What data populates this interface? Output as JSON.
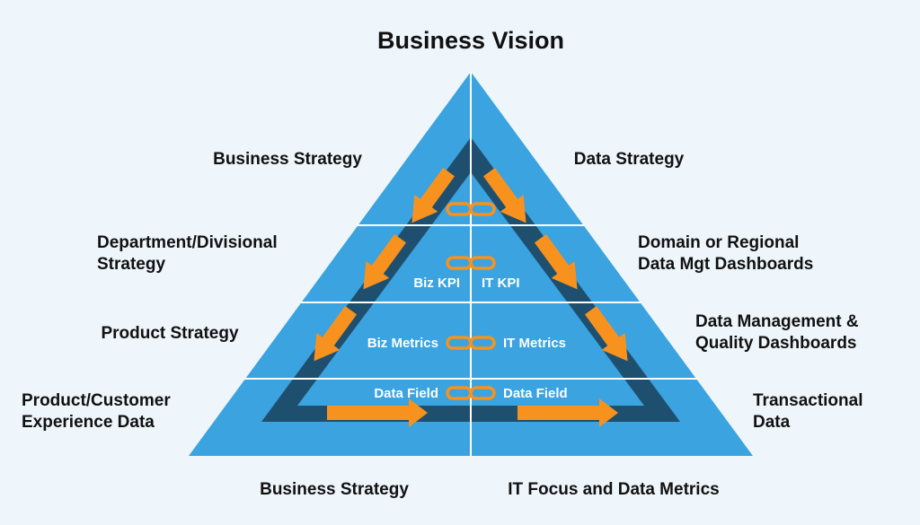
{
  "title": "Business Vision",
  "left_labels": [
    [
      "Business Strategy"
    ],
    [
      "Department/Divisional",
      "Strategy"
    ],
    [
      "Product Strategy"
    ],
    [
      "Product/Customer",
      "Experience Data"
    ]
  ],
  "right_labels": [
    [
      "Data Strategy"
    ],
    [
      "Domain or Regional",
      "Data Mgt Dashboards"
    ],
    [
      "Data Management &",
      "Quality Dashboards"
    ],
    [
      "Transactional",
      "Data"
    ]
  ],
  "inner": {
    "kpi_left": "Biz KPI",
    "kpi_right": "IT KPI",
    "metrics_left": "Biz Metrics",
    "metrics_right": "IT Metrics",
    "field_left": "Data Field",
    "field_right": "Data Field"
  },
  "bottom": {
    "left": "Business Strategy",
    "right": "IT Focus and Data Metrics"
  },
  "colors": {
    "pyramid": "#3aa3e0",
    "inner_band": "#1f4f6e",
    "arrow": "#f7921e",
    "divider": "#ffffff",
    "link_icon": "#f7921e"
  }
}
